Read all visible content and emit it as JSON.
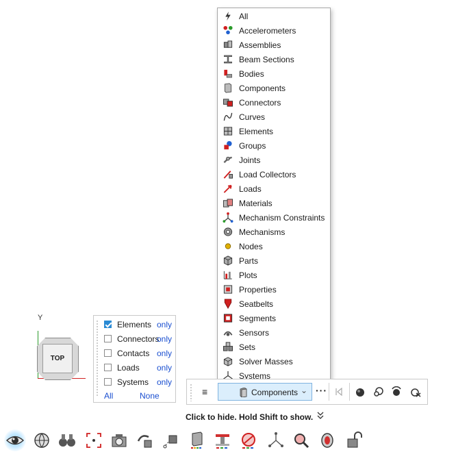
{
  "dropdown": {
    "items": [
      {
        "label": "All",
        "icon": "lightning-icon"
      },
      {
        "label": "Accelerometers",
        "icon": "accelerometer-icon"
      },
      {
        "label": "Assemblies",
        "icon": "assemblies-icon"
      },
      {
        "label": "Beam Sections",
        "icon": "beam-section-icon"
      },
      {
        "label": "Bodies",
        "icon": "bodies-icon"
      },
      {
        "label": "Components",
        "icon": "component-icon"
      },
      {
        "label": "Connectors",
        "icon": "connector-icon"
      },
      {
        "label": "Curves",
        "icon": "curve-icon"
      },
      {
        "label": "Elements",
        "icon": "element-icon"
      },
      {
        "label": "Groups",
        "icon": "groups-icon"
      },
      {
        "label": "Joints",
        "icon": "joint-icon"
      },
      {
        "label": "Load Collectors",
        "icon": "load-collector-icon"
      },
      {
        "label": "Loads",
        "icon": "load-icon"
      },
      {
        "label": "Materials",
        "icon": "material-icon"
      },
      {
        "label": "Mechanism Constraints",
        "icon": "mechanism-constraint-icon"
      },
      {
        "label": "Mechanisms",
        "icon": "mechanism-icon"
      },
      {
        "label": "Nodes",
        "icon": "node-icon"
      },
      {
        "label": "Parts",
        "icon": "part-icon"
      },
      {
        "label": "Plots",
        "icon": "plot-icon"
      },
      {
        "label": "Properties",
        "icon": "property-icon"
      },
      {
        "label": "Seatbelts",
        "icon": "seatbelt-icon"
      },
      {
        "label": "Segments",
        "icon": "segment-icon"
      },
      {
        "label": "Sensors",
        "icon": "sensor-icon"
      },
      {
        "label": "Sets",
        "icon": "set-icon"
      },
      {
        "label": "Solver Masses",
        "icon": "solver-mass-icon"
      },
      {
        "label": "Systems",
        "icon": "system-icon"
      }
    ]
  },
  "viewcube": {
    "axis_label": "Y",
    "face_label": "TOP"
  },
  "visibility": {
    "rows": [
      {
        "label": "Elements",
        "checked": true,
        "only": "only"
      },
      {
        "label": "Connectors",
        "checked": false,
        "only": "only"
      },
      {
        "label": "Contacts",
        "checked": false,
        "only": "only"
      },
      {
        "label": "Loads",
        "checked": false,
        "only": "only"
      },
      {
        "label": "Systems",
        "checked": false,
        "only": "only"
      }
    ],
    "all_label": "All",
    "none_label": "None"
  },
  "toolbar": {
    "hamburger": "≡",
    "selected_entity": "Components",
    "chevron": "⌄",
    "more": "···"
  },
  "hint": {
    "text": "Click to hide. Hold Shift to show.",
    "chevron": "≫"
  },
  "bottom_bar": {
    "icons": [
      "eye-icon",
      "globe-icon",
      "binoculars-icon",
      "focus-select-icon",
      "camera-cube-icon",
      "rotate-cube-icon",
      "dotted-cube-icon",
      "contour-icon",
      "section-icon",
      "mask-icon",
      "nodes-graph-icon",
      "search-icon",
      "cylinder-icon",
      "lock-icon"
    ]
  },
  "colors": {
    "accent": "#2a8ad4",
    "link": "#1a4fd0",
    "combo_bg": "#dbeefc"
  }
}
